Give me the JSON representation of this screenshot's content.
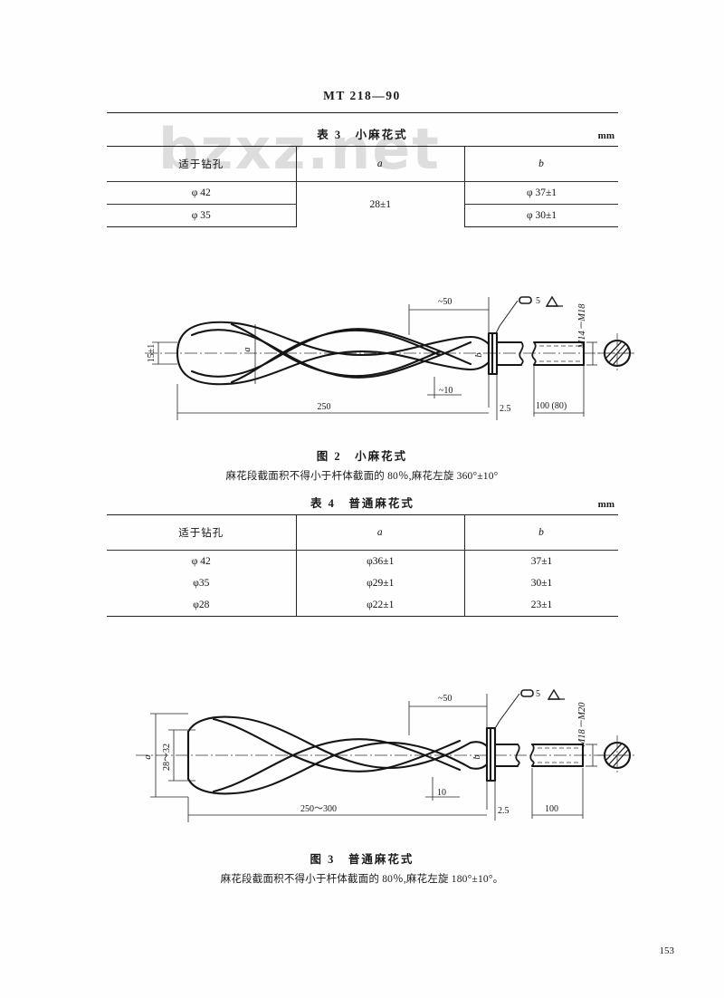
{
  "document": {
    "header": "MT  218—90",
    "page_number": "153",
    "watermark": "bzxz.net"
  },
  "table3": {
    "title": "表 3　小麻花式",
    "unit": "mm",
    "columns": [
      "适于钻孔",
      "a",
      "b"
    ],
    "rows": [
      {
        "hole": "φ 42",
        "a": "28±1",
        "b": "φ 37±1"
      },
      {
        "hole": "φ 35",
        "a": "",
        "b": "φ 30±1"
      }
    ]
  },
  "figure2": {
    "caption": "图 2　小麻花式",
    "note": "麻花段截面积不得小于杆体截面的 80％,麻花左旋 360°±10°",
    "labels": {
      "left_dim": "15±1",
      "diameter_a": "a",
      "flange_b": "b",
      "taper_50": "~50",
      "taper_10": "~10",
      "length_250": "250",
      "flange_thk": "2.5",
      "shank_len": "100 (80)",
      "thread": "M14－M18",
      "finish_value": "5"
    }
  },
  "table4": {
    "title": "表 4　普通麻花式",
    "unit": "mm",
    "columns": [
      "适于钻孔",
      "a",
      "b"
    ],
    "rows": [
      {
        "hole": "φ 42",
        "a": "φ36±1",
        "b": "37±1"
      },
      {
        "hole": "φ35",
        "a": "φ29±1",
        "b": "30±1"
      },
      {
        "hole": "φ28",
        "a": "φ22±1",
        "b": "23±1"
      }
    ]
  },
  "figure3": {
    "caption": "图 3　普通麻花式",
    "note": "麻花段截面积不得小于杆体截面的 80％,麻花左旋 180°±10°。",
    "labels": {
      "outer_a": "a",
      "inner_dim": "28～32",
      "flange_b": "b",
      "taper_50": "~50",
      "taper_10": "10",
      "length_250_300": "250～300",
      "flange_thk": "2.5",
      "shank_len": "100",
      "thread": "M18－M20",
      "finish_value": "5"
    }
  }
}
